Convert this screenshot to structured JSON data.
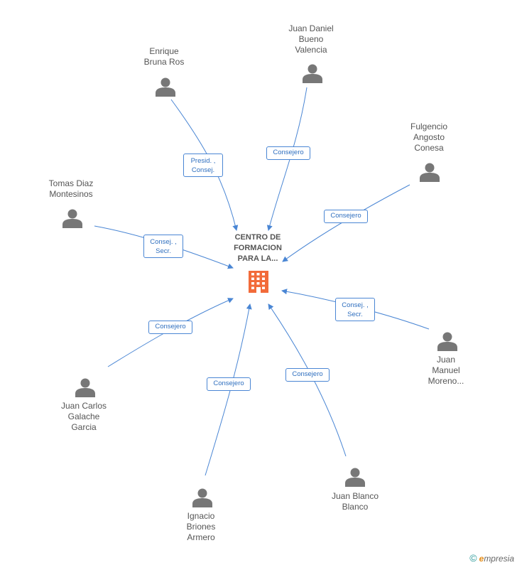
{
  "center": {
    "label_lines": [
      "CENTRO DE",
      "FORMACION",
      "PARA LA..."
    ],
    "icon": "building-icon",
    "color": "#f26b3a"
  },
  "nodes": [
    {
      "id": "enrique",
      "label_lines": [
        "Enrique",
        "Bruna Ros"
      ],
      "icon": "person-icon"
    },
    {
      "id": "juan-daniel",
      "label_lines": [
        "Juan Daniel",
        "Bueno",
        "Valencia"
      ],
      "icon": "person-icon"
    },
    {
      "id": "fulgencio",
      "label_lines": [
        "Fulgencio",
        "Angosto",
        "Conesa"
      ],
      "icon": "person-icon"
    },
    {
      "id": "tomas",
      "label_lines": [
        "Tomas Diaz",
        "Montesinos"
      ],
      "icon": "person-icon"
    },
    {
      "id": "juan-manuel",
      "label_lines": [
        "Juan",
        "Manuel",
        "Moreno..."
      ],
      "icon": "person-icon"
    },
    {
      "id": "juan-carlos",
      "label_lines": [
        "Juan Carlos",
        "Galache",
        "Garcia"
      ],
      "icon": "person-icon"
    },
    {
      "id": "ignacio",
      "label_lines": [
        "Ignacio",
        "Briones",
        "Armero"
      ],
      "icon": "person-icon"
    },
    {
      "id": "juan-blanco",
      "label_lines": [
        "Juan Blanco",
        "Blanco"
      ],
      "icon": "person-icon"
    }
  ],
  "edges": [
    {
      "from": "enrique",
      "label_lines": [
        "Presid. ,",
        "Consej."
      ]
    },
    {
      "from": "juan-daniel",
      "label_lines": [
        "Consejero"
      ]
    },
    {
      "from": "fulgencio",
      "label_lines": [
        "Consejero"
      ]
    },
    {
      "from": "tomas",
      "label_lines": [
        "Consej. ,",
        "Secr."
      ]
    },
    {
      "from": "juan-manuel",
      "label_lines": [
        "Consej. ,",
        "Secr."
      ]
    },
    {
      "from": "juan-carlos",
      "label_lines": [
        "Consejero"
      ]
    },
    {
      "from": "ignacio",
      "label_lines": [
        "Consejero"
      ]
    },
    {
      "from": "juan-blanco",
      "label_lines": [
        "Consejero"
      ]
    }
  ],
  "colors": {
    "edge": "#4a86d4",
    "person": "#777777",
    "label_text": "#555555"
  },
  "brand": {
    "copyright": "©",
    "initial": "e",
    "rest": "mpresia"
  }
}
